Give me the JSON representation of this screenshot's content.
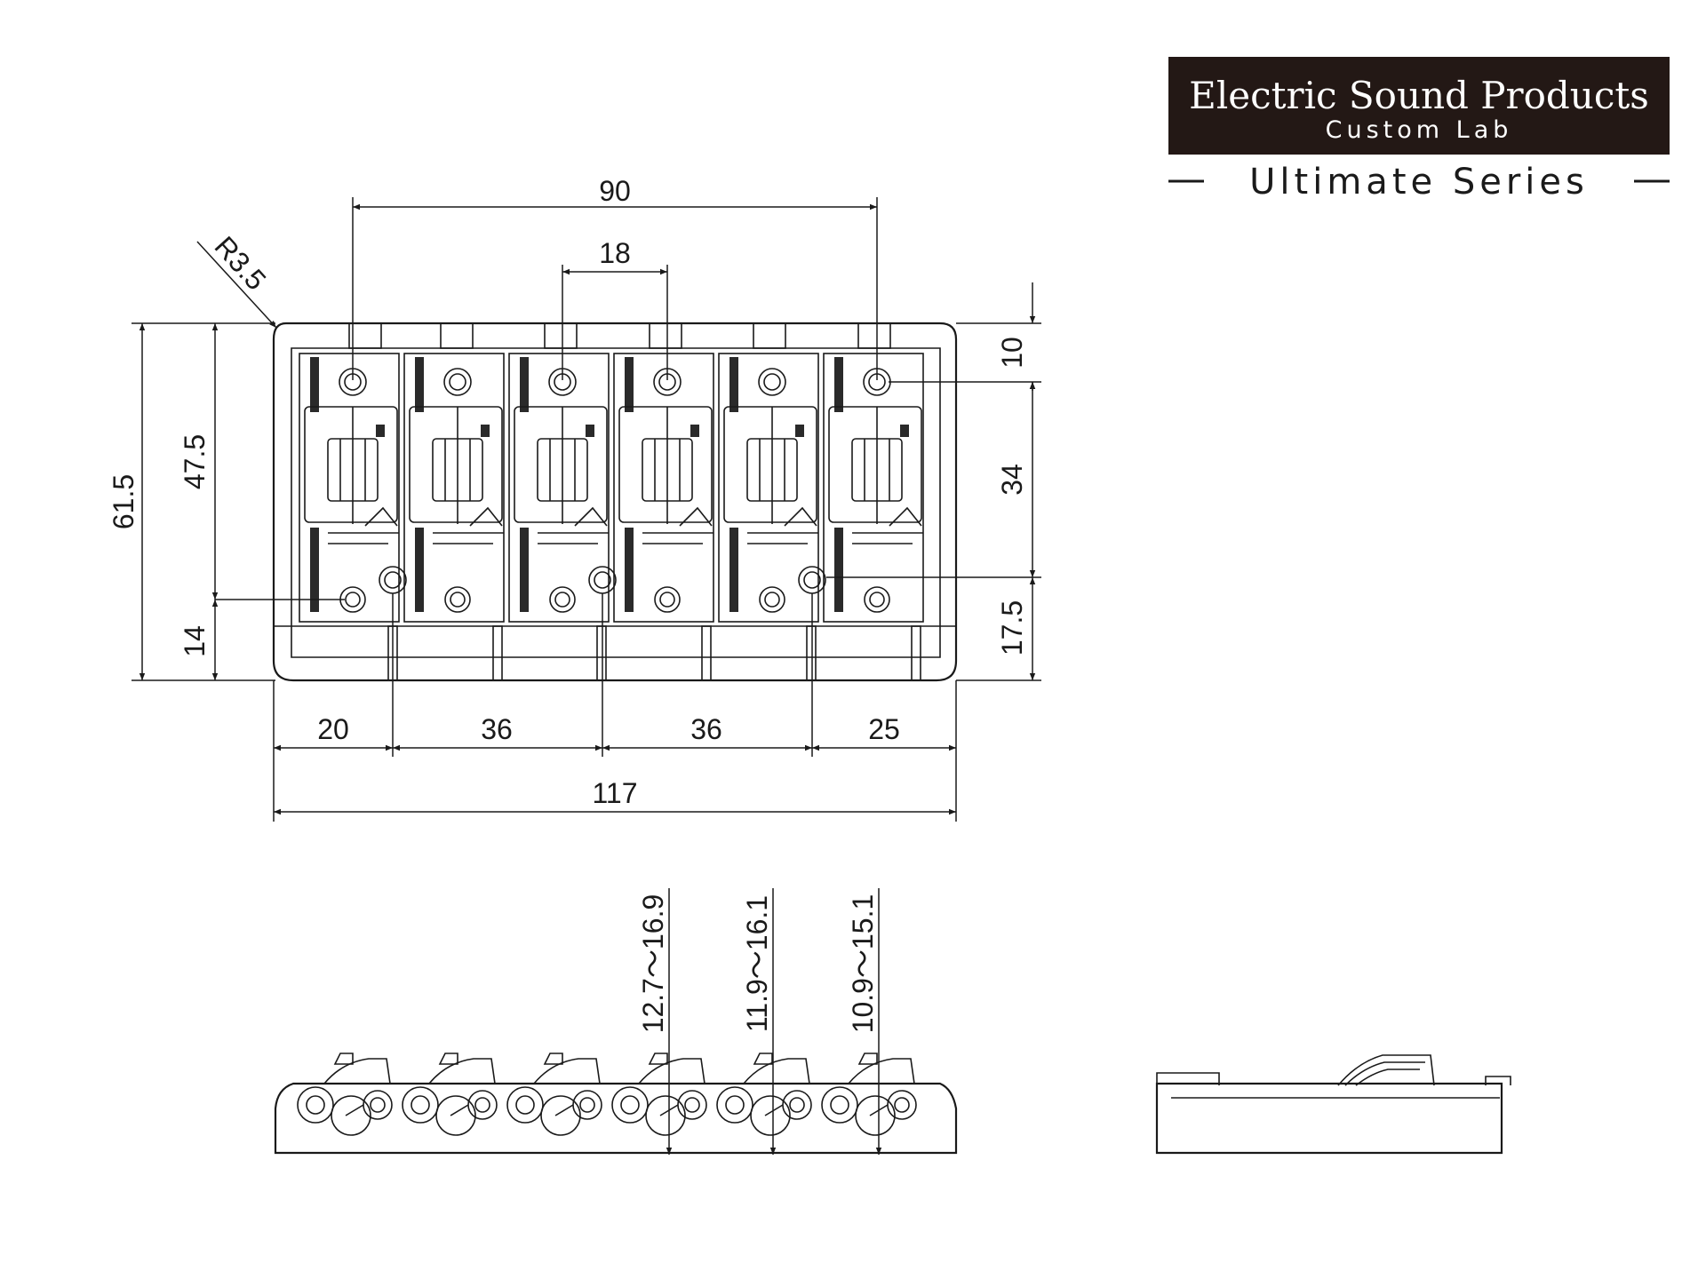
{
  "logo": {
    "title": "Electric Sound Products",
    "subtitle": "Custom Lab",
    "series": "Ultimate Series",
    "bg_color": "#231815"
  },
  "top_view": {
    "dims": {
      "overall_length": "117",
      "outer_screw_span": "90",
      "string_spacing": "18",
      "corner_radius": "R3.5",
      "overall_width": "61.5",
      "screw_to_bottom": "47.5",
      "lower_screw_from_bottom": "14",
      "top_to_screw": "10",
      "screw_to_screw_v": "34",
      "mount_from_bottom": "17.5",
      "left_offset": "20",
      "mount_spacing_a": "36",
      "mount_spacing_b": "36",
      "right_offset": "25"
    }
  },
  "side_view": {
    "heights": [
      "12.7～16.9",
      "11.9～16.1",
      "10.9～15.1"
    ]
  },
  "colors": {
    "ink": "#1a1a1a",
    "paper": "#ffffff"
  }
}
